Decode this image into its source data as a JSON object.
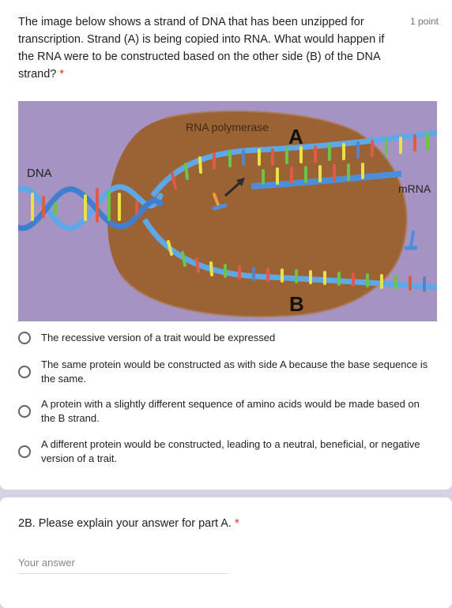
{
  "question1": {
    "title": "The image below shows a strand of DNA that has been unzipped for transcription. Strand (A) is being copied into RNA. What would happen if the RNA were to be constructed based on the other side (B) of the DNA strand?",
    "required_mark": "*",
    "points": "1 point",
    "figure": {
      "labels": {
        "rna_polymerase": "RNA polymerase",
        "strand_a": "A",
        "strand_b": "B",
        "dna": "DNA",
        "mrna": "mRNA"
      }
    },
    "options": [
      "The recessive version of a trait would be expressed",
      "The same protein would be constructed as with side A because the base sequence is the same.",
      "A protein with a slightly different sequence of amino acids would be made based on the B strand.",
      "A different protein would be constructed, leading to a neutral, beneficial, or negative version of a trait."
    ]
  },
  "question2": {
    "title": "2B. Please explain your answer for part A.",
    "required_mark": "*",
    "answer_placeholder": "Your answer"
  }
}
